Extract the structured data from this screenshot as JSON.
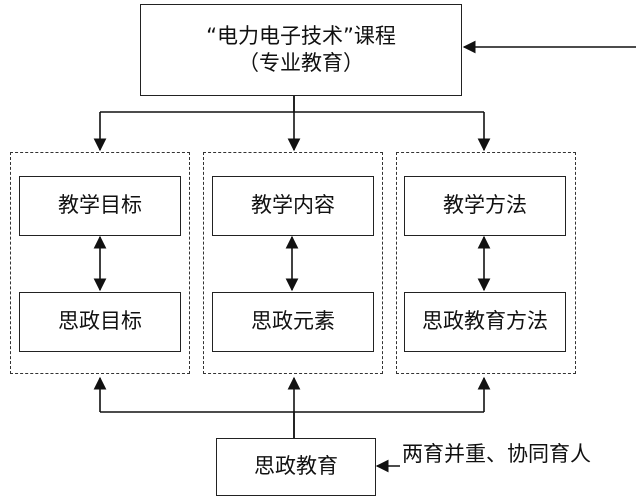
{
  "top_box": {
    "line1": "“电力电子技术”课程",
    "line2": "（专业教育）"
  },
  "groups": [
    {
      "teaching": "教学目标",
      "ideology": "思政目标"
    },
    {
      "teaching": "教学内容",
      "ideology": "思政元素"
    },
    {
      "teaching": "教学方法",
      "ideology": "思政教育方法"
    }
  ],
  "bottom_box": {
    "label": "思政教育"
  },
  "side_label": "两育并重、协同育人"
}
